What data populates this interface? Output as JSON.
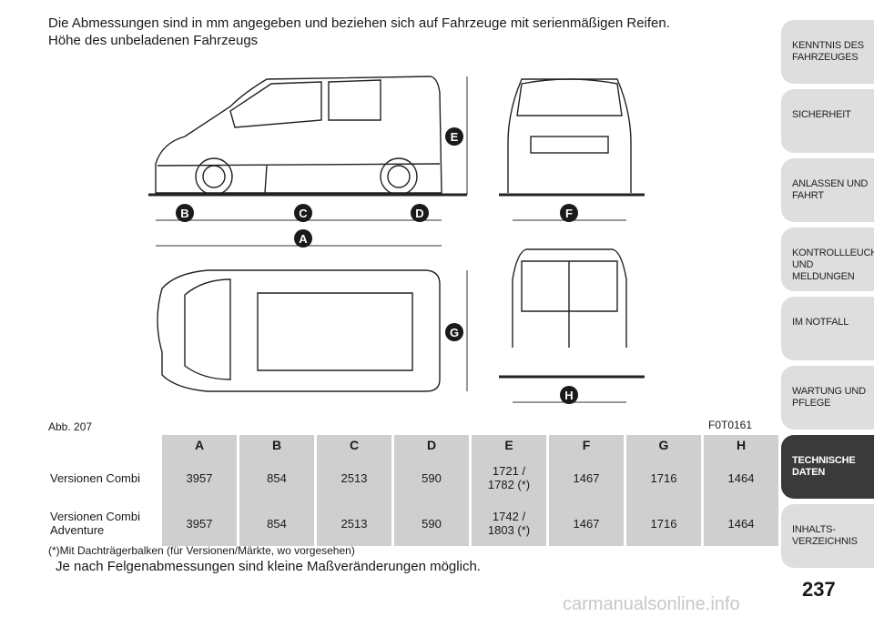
{
  "intro_line1": "Die Abmessungen sind in mm angegeben und beziehen sich auf Fahrzeuge mit serienmäßigen Reifen.",
  "intro_line2": "Höhe des unbeladenen Fahrzeugs",
  "figure": {
    "label": "Abb. 207",
    "code": "F0T0161",
    "markers": [
      "A",
      "B",
      "C",
      "D",
      "E",
      "F",
      "G",
      "H"
    ]
  },
  "table": {
    "headers": [
      "A",
      "B",
      "C",
      "D",
      "E",
      "F",
      "G",
      "H"
    ],
    "rows": [
      {
        "label_line1": "Versionen Combi",
        "label_line2": "",
        "values": [
          "3957",
          "854",
          "2513",
          "590",
          "1721 /",
          "1467",
          "1716",
          "1464"
        ],
        "e_line2": "1782 (*)"
      },
      {
        "label_line1": "Versionen Combi",
        "label_line2": "Adventure",
        "values": [
          "3957",
          "854",
          "2513",
          "590",
          "1742 /",
          "1467",
          "1716",
          "1464"
        ],
        "e_line2": "1803 (*)"
      }
    ]
  },
  "footnote": "(*)Mit Dachträgerbalken (für Versionen/Märkte, wo vorgesehen)",
  "note": "Je nach Felgenabmessungen sind kleine Maßveränderungen möglich.",
  "sidebar_tabs": [
    {
      "line1": "KENNTNIS DES",
      "line2": "FAHRZEUGES"
    },
    {
      "line1": "SICHERHEIT",
      "line2": ""
    },
    {
      "line1": "ANLASSEN UND",
      "line2": "FAHRT"
    },
    {
      "line1": "KONTROLLLEUCHTEN",
      "line2": "UND MELDUNGEN"
    },
    {
      "line1": "IM NOTFALL",
      "line2": ""
    },
    {
      "line1": "WARTUNG UND",
      "line2": "PFLEGE"
    },
    {
      "line1": "TECHNISCHE",
      "line2": "DATEN"
    },
    {
      "line1": "INHALTS-",
      "line2": "VERZEICHNIS"
    }
  ],
  "page_number": "237",
  "watermark": "carmanualsonline.info"
}
